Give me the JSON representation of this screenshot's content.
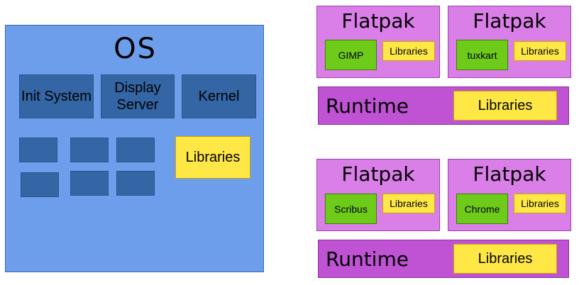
{
  "os": {
    "title": "OS",
    "components": [
      "Init System",
      "Display Server",
      "Kernel"
    ],
    "libraries": "Libraries"
  },
  "stack_top": {
    "flatpaks": [
      {
        "title": "Flatpak",
        "app": "GIMP",
        "libraries": "Libraries"
      },
      {
        "title": "Flatpak",
        "app": "tuxkart",
        "libraries": "Libraries"
      }
    ],
    "runtime": {
      "title": "Runtime",
      "libraries": "Libraries"
    }
  },
  "stack_bottom": {
    "flatpaks": [
      {
        "title": "Flatpak",
        "app": "Scribus",
        "libraries": "Libraries"
      },
      {
        "title": "Flatpak",
        "app": "Chrome",
        "libraries": "Libraries"
      }
    ],
    "runtime": {
      "title": "Runtime",
      "libraries": "Libraries"
    }
  },
  "colors": {
    "os_bg": "#6d9eeb",
    "component_bg": "#3465a4",
    "libraries_bg": "#ffe845",
    "flatpak_bg": "#da7ee8",
    "runtime_bg": "#c052d4",
    "app_bg": "#6ecb1a"
  }
}
